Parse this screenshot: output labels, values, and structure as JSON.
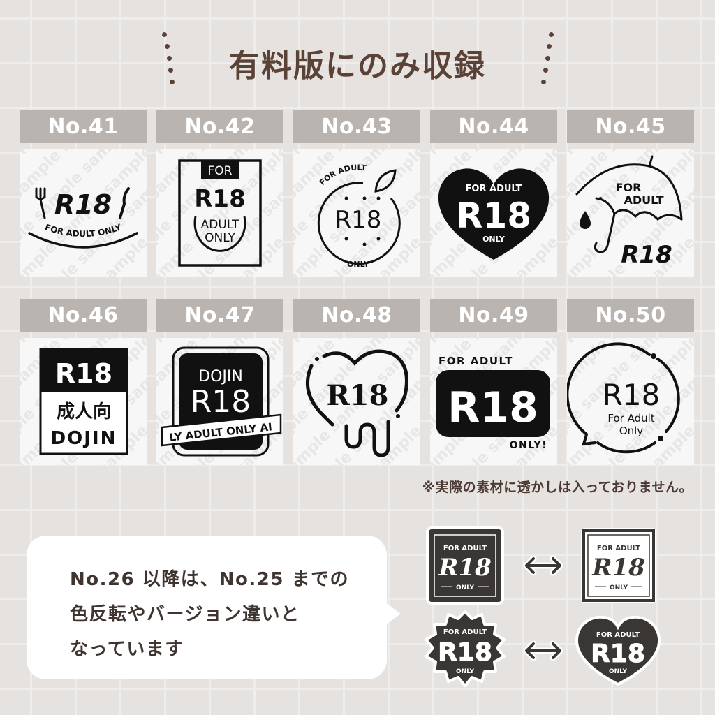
{
  "title": "有料版にのみ収録",
  "colors": {
    "background": "#e6e2df",
    "grid_line": "#efedeb",
    "label_bar": "#bab4b0",
    "title_text": "#5a4237",
    "body_text": "#3f3430",
    "tile_bg": "#f7f7f7",
    "icon_black": "#111111",
    "sample_dark": "#3a3634"
  },
  "items": [
    {
      "label": "No.41",
      "design": {
        "main": "R18",
        "sub": "FOR ADULT ONLY",
        "motif": "fork-knife-plate"
      }
    },
    {
      "label": "No.42",
      "design": {
        "top": "FOR",
        "main": "R18",
        "sub1": "ADULT",
        "sub2": "ONLY",
        "motif": "framed-plate"
      }
    },
    {
      "label": "No.43",
      "design": {
        "top": "FOR ADULT",
        "main": "R18",
        "bottom": "ONLY",
        "motif": "fruit-circle"
      }
    },
    {
      "label": "No.44",
      "design": {
        "top": "FOR ADULT",
        "main": "R18",
        "bottom": "ONLY",
        "motif": "black-heart"
      }
    },
    {
      "label": "No.45",
      "design": {
        "top1": "FOR",
        "top2": "ADULT",
        "main": "R18",
        "motif": "umbrella"
      }
    },
    {
      "label": "No.46",
      "design": {
        "main": "R18",
        "jp": "成人向",
        "sub": "DOJIN",
        "motif": "split-box"
      }
    },
    {
      "label": "No.47",
      "design": {
        "top": "DOJIN",
        "main": "R18",
        "ribbon": "LY  ADULT ONLY  AI",
        "motif": "rounded-box-ribbon"
      }
    },
    {
      "label": "No.48",
      "design": {
        "main": "R18",
        "motif": "melting-heart"
      }
    },
    {
      "label": "No.49",
      "design": {
        "top": "FOR ADULT",
        "main": "R18",
        "bottom": "ONLY!",
        "motif": "black-pill"
      }
    },
    {
      "label": "No.50",
      "design": {
        "main": "R18",
        "sub1": "For Adult",
        "sub2": "Only",
        "motif": "speech-circle"
      }
    }
  ],
  "watermark": "sample sample sample",
  "note": "※実際の素材に透かしは入っておりません。",
  "bubble": {
    "lines": [
      "No.26 以降は、No.25 までの",
      "色反転やバージョン違いと",
      "なっています"
    ]
  },
  "examples": [
    {
      "left": {
        "top": "FOR ADULT",
        "main": "R18",
        "bottom": "ONLY",
        "shape": "square-dark"
      },
      "arrow": "↔",
      "right": {
        "top": "FOR ADULT",
        "main": "R18",
        "bottom": "ONLY",
        "shape": "square-light"
      }
    },
    {
      "left": {
        "top": "FOR ADULT",
        "main": "R18",
        "bottom": "ONLY",
        "shape": "starburst-dark"
      },
      "arrow": "↔",
      "right": {
        "top": "FOR ADULT",
        "main": "R18",
        "bottom": "ONLY",
        "shape": "heart-dark"
      }
    }
  ]
}
